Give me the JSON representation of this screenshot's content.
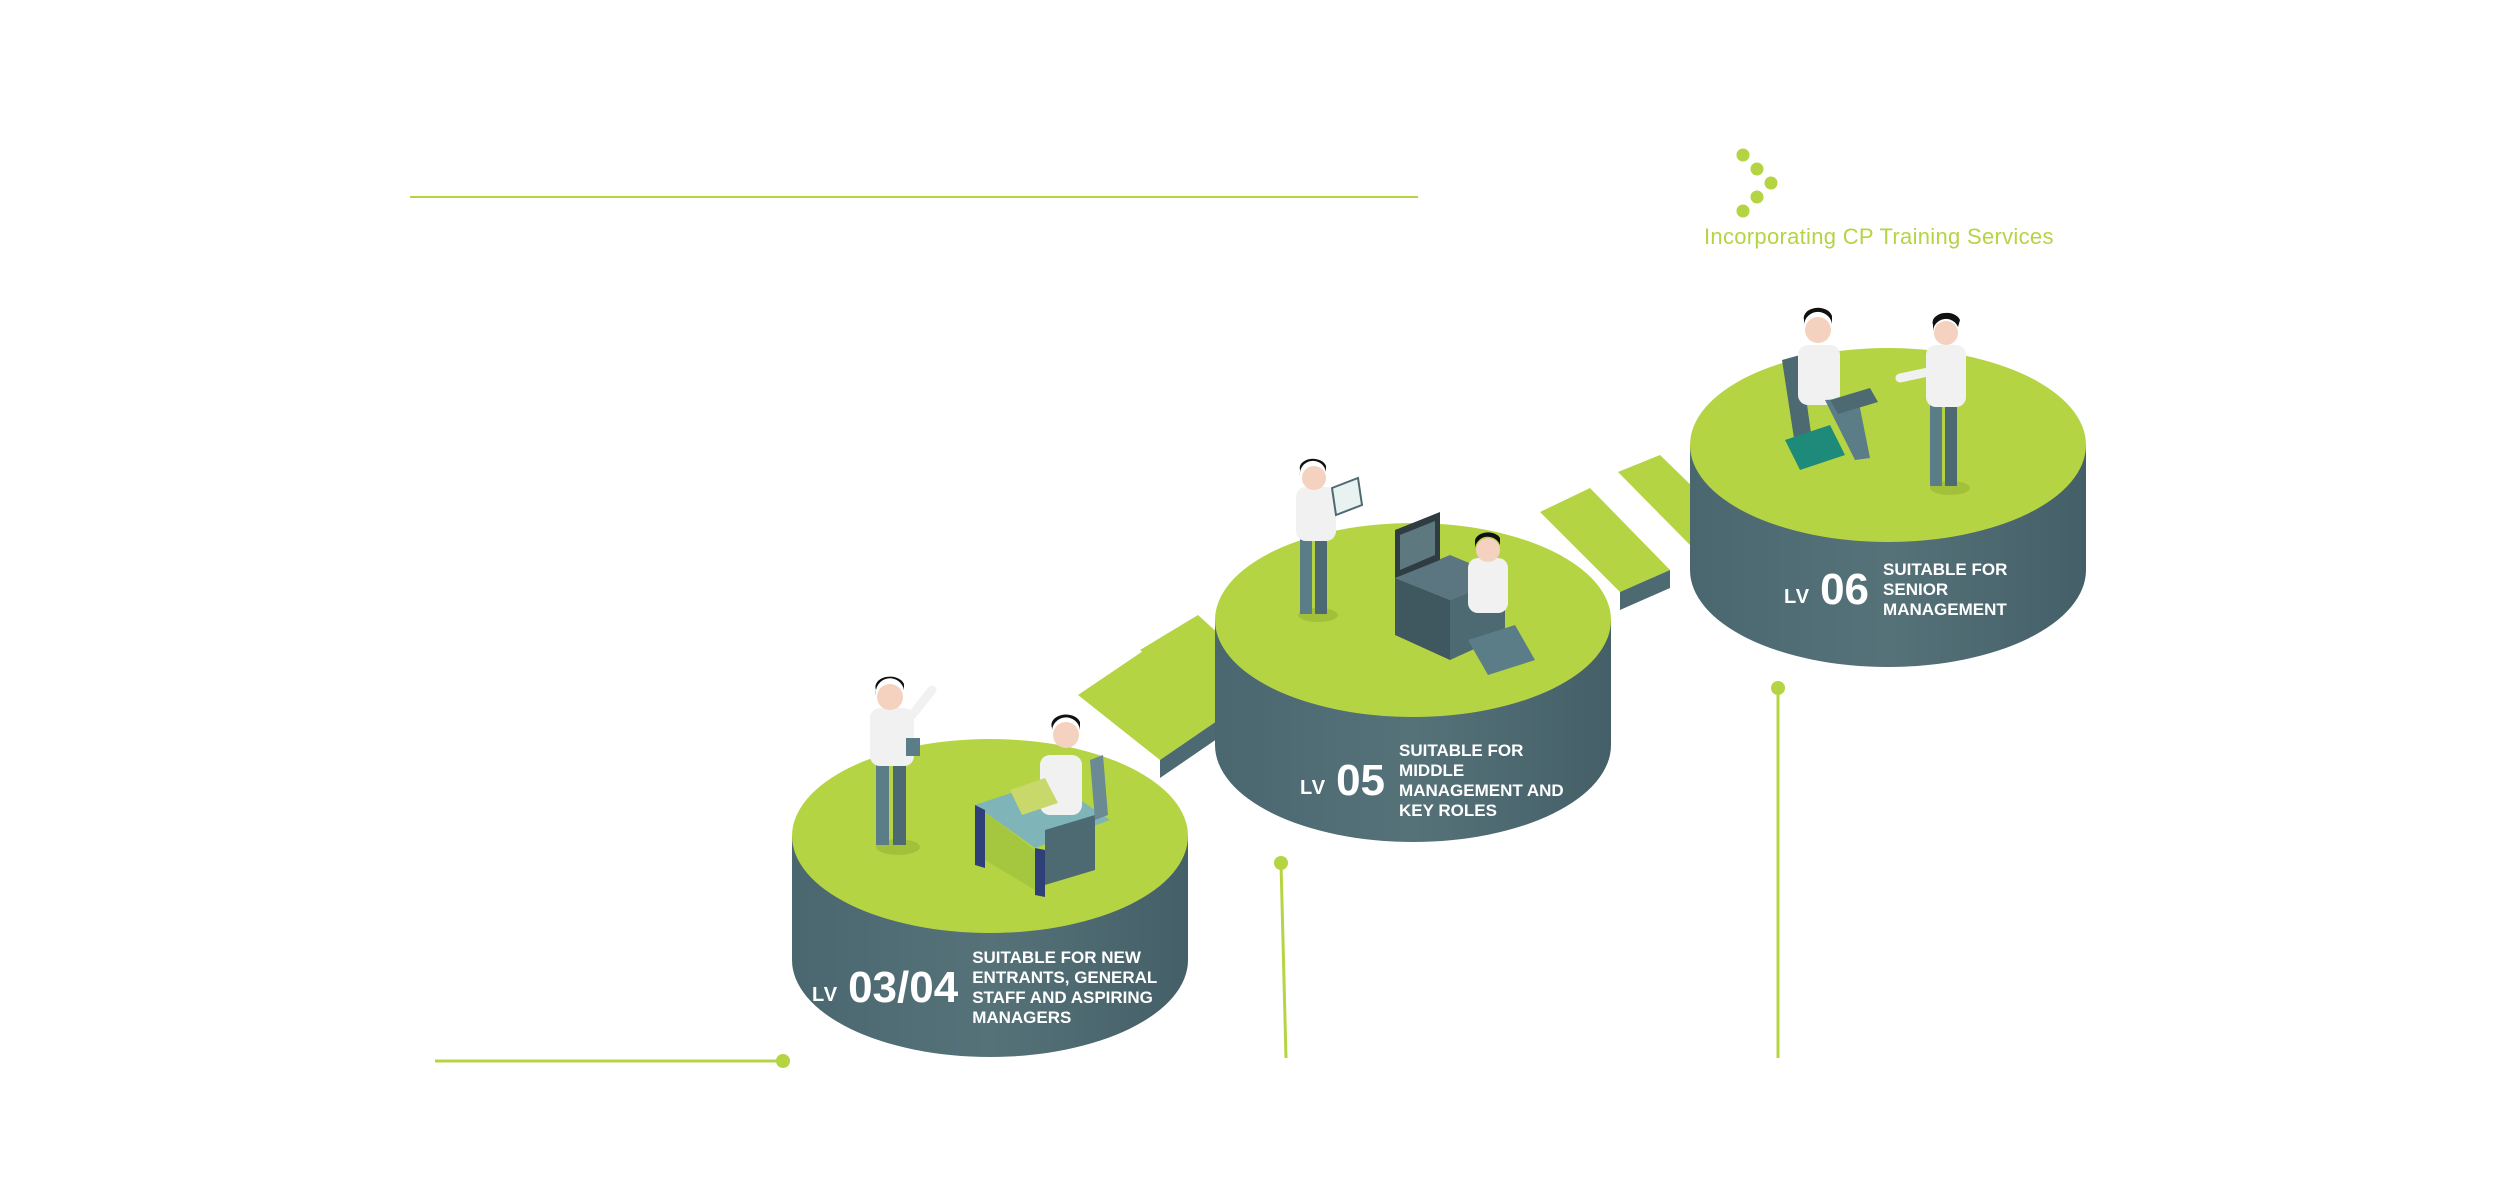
{
  "brand": {
    "tagline": "Incorporating CP Training Services",
    "colors": {
      "green": "#b5d443",
      "slate": "#4d6a72",
      "white": "#ffffff"
    },
    "logo_icon": "chevron-dots-icon"
  },
  "levels": [
    {
      "prefix": "LV",
      "number": "03/04",
      "description": "SUITABLE FOR NEW\nENTRANTS, GENERAL\nSTAFF AND ASPIRING\nMANAGERS",
      "illustration": "presenter-and-desk-worker"
    },
    {
      "prefix": "LV",
      "number": "05",
      "description": "SUITABLE FOR MIDDLE\nMANAGEMENT AND\nKEY ROLES",
      "illustration": "tablet-user-and-computer-operator"
    },
    {
      "prefix": "LV",
      "number": "06",
      "description": "SUITABLE FOR SENIOR\nMANAGEMENT",
      "illustration": "laptop-user-and-colleague"
    }
  ]
}
